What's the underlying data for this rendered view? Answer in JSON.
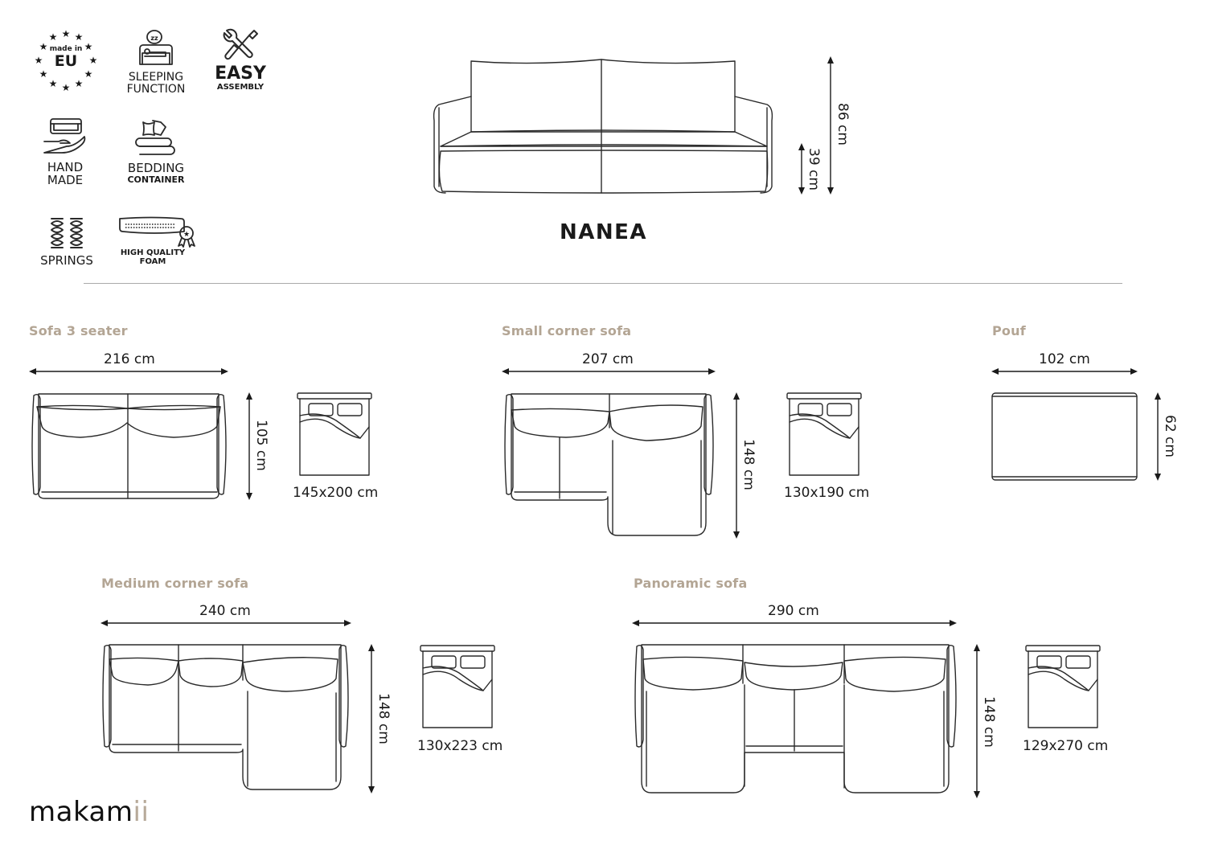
{
  "features": [
    {
      "id": "made-in-eu",
      "icon": "eu-stars-icon",
      "lines": [
        "made in",
        "EU"
      ]
    },
    {
      "id": "sleeping-function",
      "icon": "sleeping-sofa-icon",
      "lines": [
        "SLEEPING",
        "FUNCTION"
      ]
    },
    {
      "id": "easy-assembly",
      "icon": "tools-icon",
      "lines": [
        "EASY",
        "ASSEMBLY"
      ]
    },
    {
      "id": "hand-made",
      "icon": "hand-sofa-icon",
      "lines": [
        "HAND",
        "MADE"
      ]
    },
    {
      "id": "bedding-container",
      "icon": "bedding-icon",
      "lines": [
        "BEDDING",
        "CONTAINER"
      ]
    },
    {
      "id": "springs",
      "icon": "springs-icon",
      "lines": [
        "SPRINGS"
      ]
    },
    {
      "id": "high-quality-foam",
      "icon": "foam-certificate-icon",
      "lines": [
        "HIGH QUALITY",
        "FOAM"
      ]
    }
  ],
  "product": {
    "name": "NANEA",
    "total_height": "86 cm",
    "seat_height": "39 cm"
  },
  "variants": [
    {
      "id": "sofa-3-seater",
      "title": "Sofa 3 seater",
      "width": "216 cm",
      "depth": "105 cm",
      "bed": "145x200 cm"
    },
    {
      "id": "small-corner-sofa",
      "title": "Small corner sofa",
      "width": "207 cm",
      "depth": "148 cm",
      "bed": "130x190 cm"
    },
    {
      "id": "pouf",
      "title": "Pouf",
      "width": "102 cm",
      "depth": "62 cm"
    },
    {
      "id": "medium-corner-sofa",
      "title": "Medium corner sofa",
      "width": "240 cm",
      "depth": "148 cm",
      "bed": "130x223 cm"
    },
    {
      "id": "panoramic-sofa",
      "title": "Panoramic sofa",
      "width": "290 cm",
      "depth": "148 cm",
      "bed": "129x270 cm"
    }
  ],
  "brand": {
    "logo_main": "makam",
    "logo_accent": "ii"
  },
  "colors": {
    "section_title": "#b3a594",
    "line": "#2a2a2a",
    "accent_logo": "#b7aa9a",
    "divider": "#aaaaaa"
  }
}
